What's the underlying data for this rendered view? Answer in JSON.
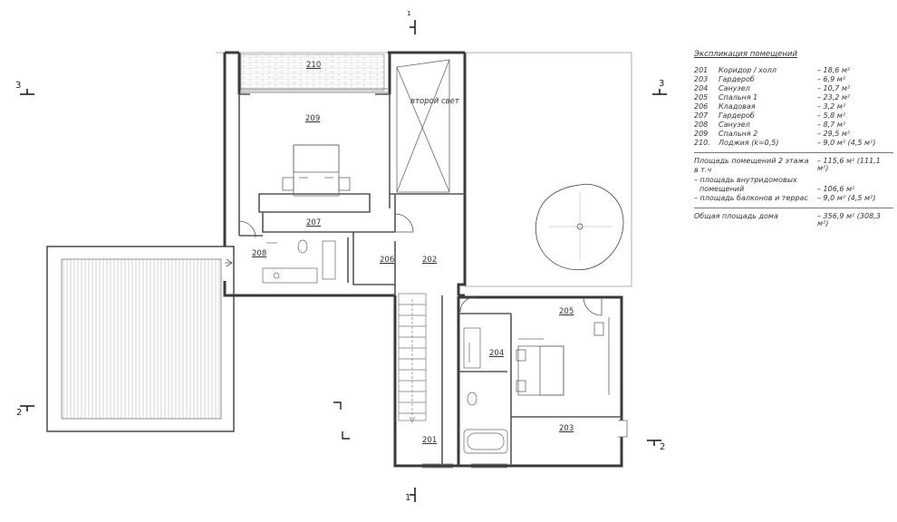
{
  "rooms": {
    "r210": "210",
    "r209": "209",
    "second_light": "второй свет",
    "r207": "207",
    "r208": "208",
    "r206": "206",
    "r202": "202",
    "r205": "205",
    "r204": "204",
    "r203": "203",
    "r201": "201"
  },
  "sections": {
    "s3_left": "3",
    "s3_right": "3",
    "s2_left": "2",
    "s2_right": "2",
    "s1_top": "1",
    "s1_bottom": "1"
  },
  "legend": {
    "title": "Экспликация помещений",
    "items": [
      {
        "num": "201",
        "name": "Коридор / холл",
        "area": "– 18,6 м²"
      },
      {
        "num": "203",
        "name": "Гардероб",
        "area": "– 6,9 м²"
      },
      {
        "num": "204",
        "name": "Санузел",
        "area": "– 10,7 м²"
      },
      {
        "num": "205",
        "name": "Спальня 1",
        "area": "– 23,2 м²"
      },
      {
        "num": "206",
        "name": "Кладовая",
        "area": "– 3,2 м²"
      },
      {
        "num": "207",
        "name": "Гардероб",
        "area": "– 5,8 м²"
      },
      {
        "num": "208",
        "name": "Санузел",
        "area": "– 8,7 м²"
      },
      {
        "num": "209",
        "name": "Спальня 2",
        "area": "– 29,5 м²"
      },
      {
        "num": "210.",
        "name": "Лоджия (k=0,5)",
        "area": "– 9,0 м² (4,5 м²)"
      }
    ],
    "floor_area_label": "Площадь помещений 2 этажа",
    "floor_area_value": "– 115,6 м² (111,1 м²)",
    "incl_label": "в т.ч",
    "internal_label_1": "– площадь внутридомовых",
    "internal_label_2": "помещений",
    "internal_value": "– 106,6 м²",
    "balcony_label": "– площадь балконов и террас",
    "balcony_value": "– 9,0 м² (4,5 м²)",
    "total_label": "Общая площадь дома",
    "total_value": "– 356,9 м² (308,3 м²)"
  }
}
